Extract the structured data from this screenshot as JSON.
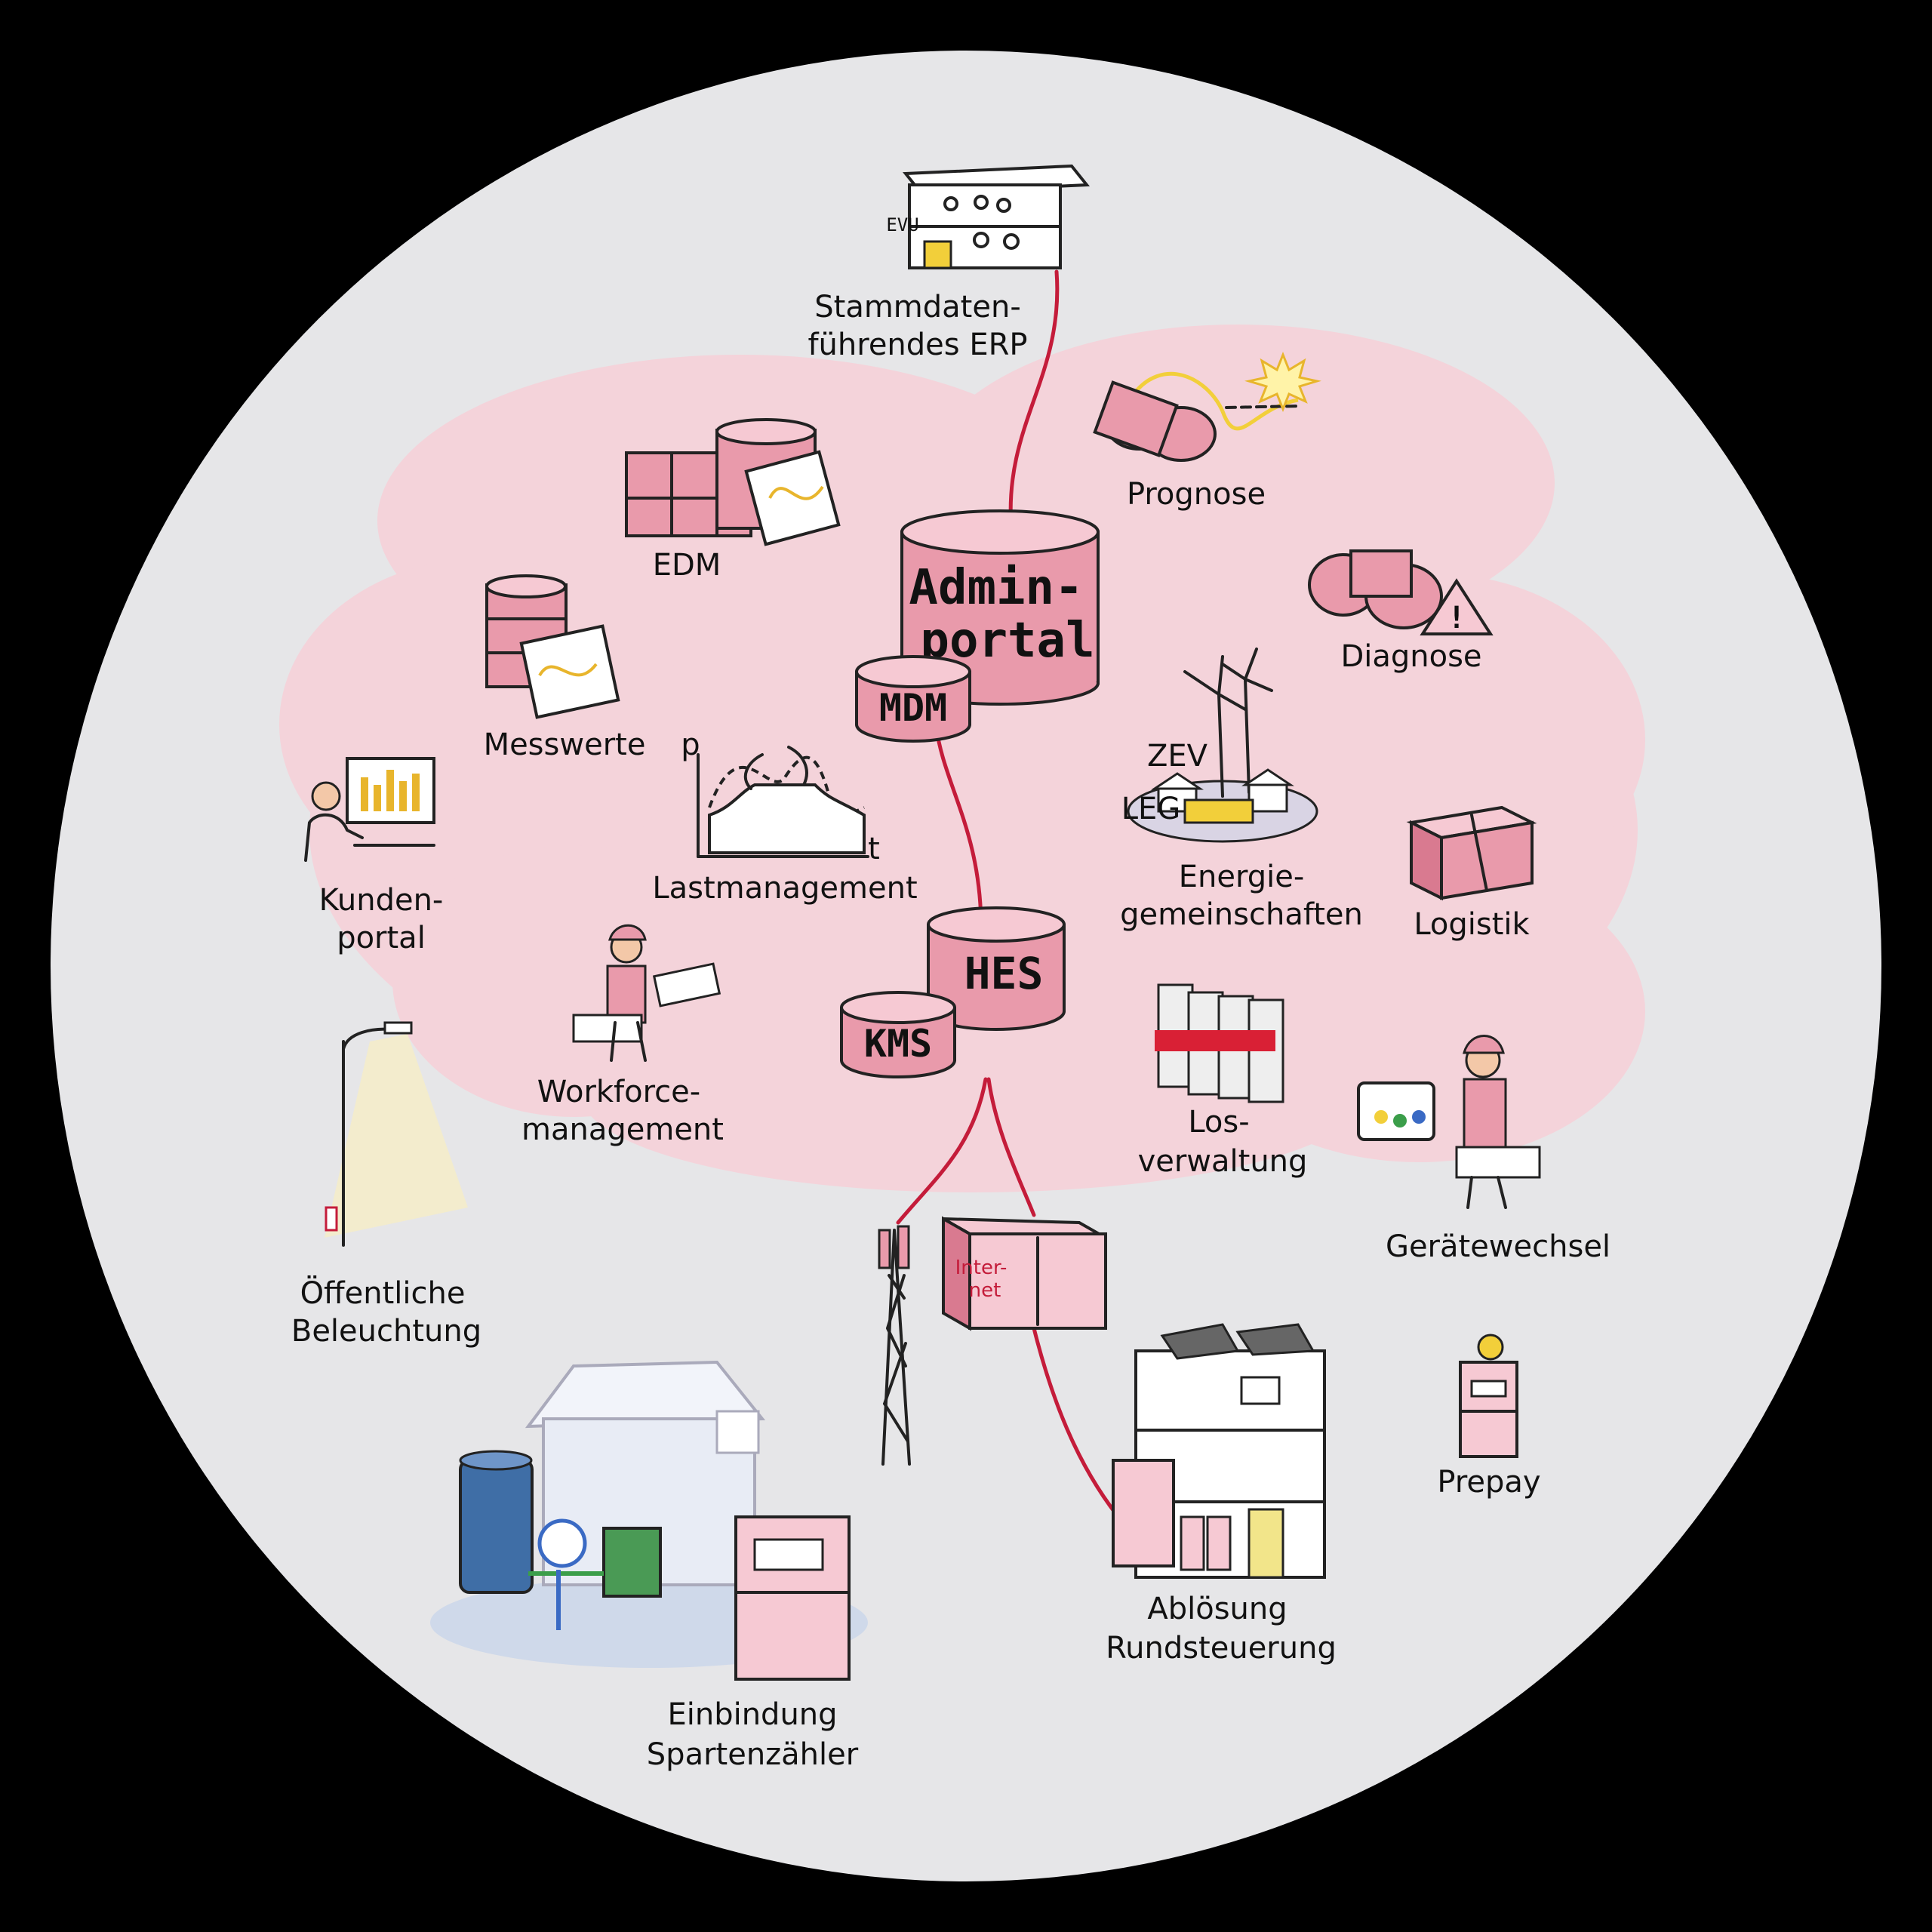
{
  "labels": {
    "erp": [
      "Stammdaten-",
      "führendes ERP"
    ],
    "prognose": "Prognose",
    "edm": "EDM",
    "diagnose": "Diagnose",
    "messwerte": "Messwerte",
    "kundenportal": [
      "Kunden-",
      "portal"
    ],
    "lastmanagement": "Lastmanagement",
    "energiegemeinschaften": [
      "Energie-",
      "gemeinschaften"
    ],
    "logistik": "Logistik",
    "workforce": [
      "Workforce-",
      "management"
    ],
    "losverwaltung": [
      "Los-",
      "verwaltung"
    ],
    "geraetewechsel": "Gerätewechsel",
    "beleuchtung": [
      "Öffentliche",
      "Beleuchtung"
    ],
    "prepay": "Prepay",
    "rundsteuerung": [
      "Ablösung",
      "Rundsteuerung"
    ],
    "spartenzaehler": [
      "Einbindung",
      "Spartenzähler"
    ]
  },
  "systems": {
    "adminportal": [
      "Admin-",
      "portal"
    ],
    "mdm": "MDM",
    "hes": "HES",
    "kms": "KMS"
  },
  "small_text": {
    "evu": "EVU",
    "zev": "ZEV",
    "leg": "LEG",
    "internet": [
      "Inter-",
      "net"
    ],
    "axis_p": "p",
    "axis_t": "t"
  },
  "colors": {
    "background": "#000000",
    "circle": "#e6e6e8",
    "cloud": "#f4d3da",
    "accent_pink": "#e99aab",
    "wire_red": "#c41c3a",
    "sun_yellow": "#f2cf3a"
  },
  "icons": {
    "erp": "office-building-icon",
    "prognose": "binoculars-sun-icon",
    "edm": "database-boxes-icon",
    "diagnose": "binoculars-warning-icon",
    "messwerte": "database-documents-icon",
    "kundenportal": "computer-user-icon",
    "lastmanagement": "load-curve-icon",
    "energiegemeinschaften": "wind-turbine-houses-icon",
    "logistik": "package-icon",
    "workforce": "technician-icon",
    "losverwaltung": "meter-batch-icon",
    "geraetewechsel": "technician-tablet-icon",
    "beleuchtung": "street-lamp-icon",
    "prepay": "prepay-meter-icon",
    "rundsteuerung": "apartment-building-icon",
    "spartenzaehler": "house-utility-meters-icon",
    "mast": "radio-mast-icon",
    "internet": "internet-cabinet-icon"
  }
}
